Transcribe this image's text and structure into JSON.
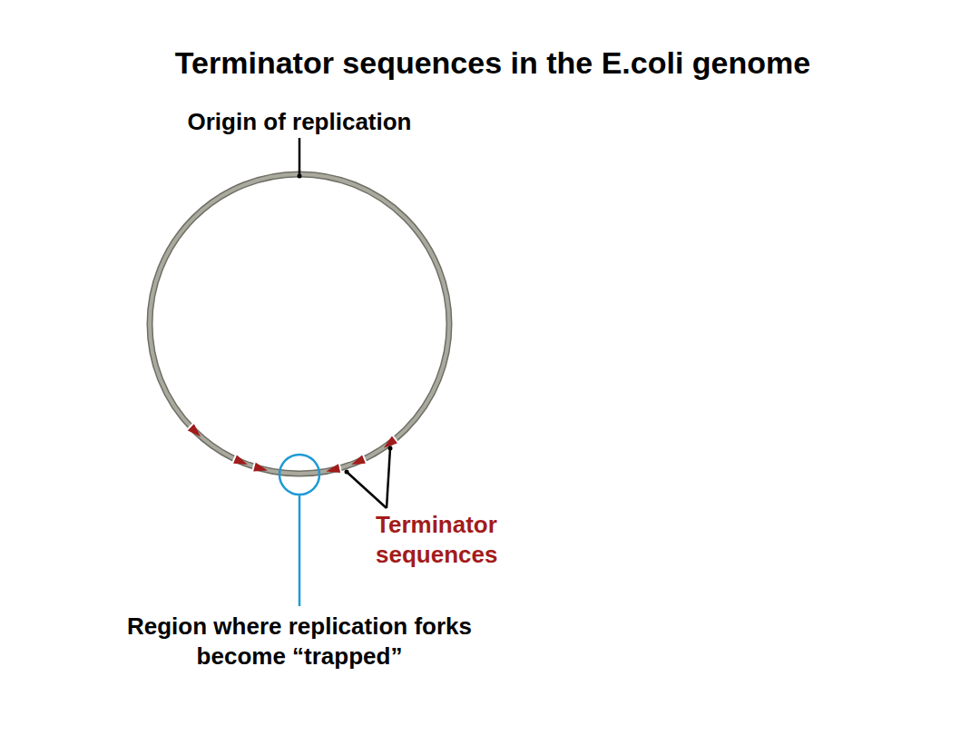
{
  "diagram": {
    "title": "Terminator sequences in the E.coli genome",
    "labels": [
      "Origin of replication",
      "Terminator sequences",
      "Region where replication forks become “trapped”"
    ]
  }
}
